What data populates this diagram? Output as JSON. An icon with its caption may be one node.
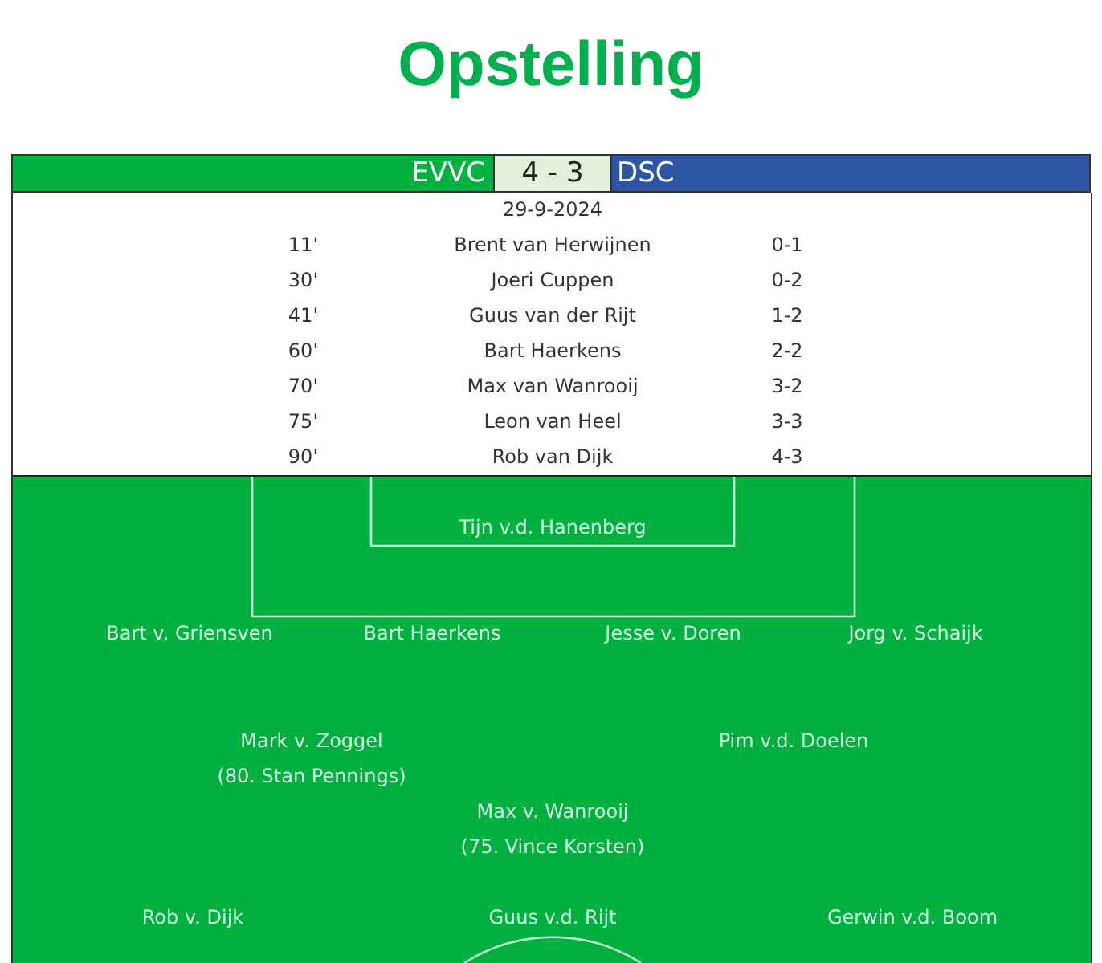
{
  "diagram": {
    "title": "Opstelling",
    "nodes": [
      {
        "text": [
          "EVVC"
        ]
      },
      {
        "text": [
          "4 - 3"
        ]
      },
      {
        "text": [
          "DSC"
        ]
      }
    ],
    "labels": [
      "29-9-2024",
      "11'",
      "Brent van Herwijnen",
      "0-1",
      "30'",
      "Joeri Cuppen",
      "0-2",
      "41'",
      "Guus van der Rijt",
      "1-2",
      "60'",
      "Bart Haerkens",
      "2-2",
      "70'",
      "Max van Wanrooij",
      "3-2",
      "75'",
      "Leon van Heel",
      "3-3",
      "90'",
      "Rob van Dijk",
      "4-3",
      "Tijn v.d. Hanenberg",
      "Bart v. Griensven",
      "Bart Haerkens",
      "Jesse v. Doren",
      "Jorg v. Schaijk",
      "Mark v. Zoggel",
      "Pim v.d. Doelen",
      "(80. Stan Pennings)",
      "Max v. Wanrooij",
      "(75. Vince Korsten)",
      "Rob v. Dijk",
      "Guus v.d. Rijt",
      "Gerwin v.d. Boom"
    ]
  }
}
